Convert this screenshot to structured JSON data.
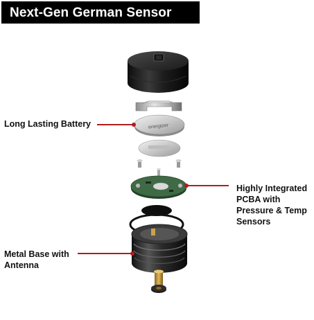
{
  "title": "Next-Gen German Sensor",
  "labels": {
    "battery": "Long Lasting Battery",
    "pcba_line1": "Highly Integrated",
    "pcba_line2": "PCBA with",
    "pcba_line3": "Pressure & Temp",
    "pcba_line4": "Sensors",
    "base_line1": "Metal Base with",
    "base_line2": "Antenna"
  },
  "battery_brand": "energizer",
  "colors": {
    "title_bg": "#000000",
    "title_text": "#ffffff",
    "callout_line": "#b31b1b",
    "pcb_green": "#3f6a45"
  }
}
